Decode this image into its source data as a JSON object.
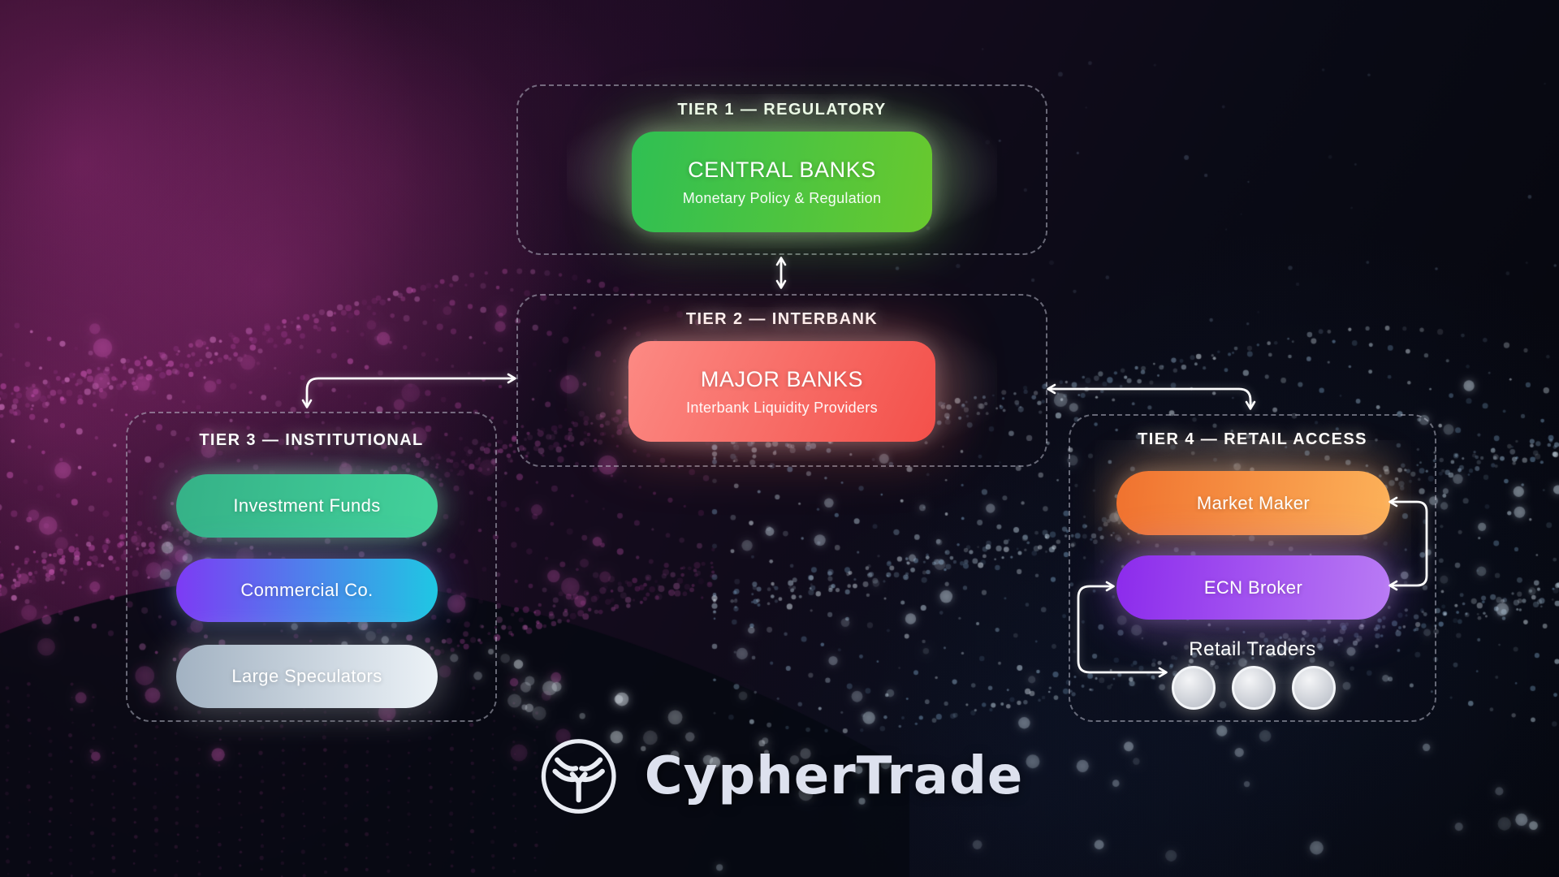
{
  "brand": {
    "name": "CypherTrade",
    "emblem": "bull-emblem"
  },
  "tier1": {
    "label": "TIER 1 — REGULATORY",
    "node": {
      "title": "CENTRAL BANKS",
      "subtitle": "Monetary Policy & Regulation"
    }
  },
  "tier2": {
    "label": "TIER 2 — INTERBANK",
    "node": {
      "title": "MAJOR BANKS",
      "subtitle": "Interbank Liquidity Providers"
    }
  },
  "tier3": {
    "label": "TIER 3 — INSTITUTIONAL",
    "items": [
      {
        "label": "Investment Funds"
      },
      {
        "label": "Commercial Co."
      },
      {
        "label": "Large Speculators"
      }
    ]
  },
  "tier4": {
    "label": "TIER 4 — RETAIL ACCESS",
    "items": [
      {
        "label": "Market Maker"
      },
      {
        "label": "ECN Broker"
      }
    ],
    "retail": {
      "label": "Retail Traders",
      "trader_count": 3
    }
  },
  "colors": {
    "central": {
      "from": "#2fbf53",
      "to": "#69c92e",
      "angle": 100
    },
    "major": {
      "from": "#fc8a84",
      "to": "#f3504a",
      "angle": 115
    },
    "invest": {
      "from": "#35b187",
      "to": "#43d29b",
      "angle": 100
    },
    "commercial": {
      "from": "#7d3bf4",
      "to": "#1fc7e3",
      "angle": 90
    },
    "speculators": {
      "from": "#a2b2c2",
      "to": "#ecf2f7",
      "angle": 90
    },
    "market_maker": {
      "from": "#f0722f",
      "to": "#fcb159",
      "angle": 95
    },
    "ecn": {
      "from": "#8c2bec",
      "to": "#b97bf4",
      "angle": 95
    },
    "retail_circle": {
      "from": "#f4f5f7",
      "to": "#b4b9c3"
    },
    "arrow": "#ffffff",
    "dash_border": "rgba(205,208,222,0.48)",
    "bg_magenta": "#96326e",
    "bg_navy": "#0a0b16"
  }
}
